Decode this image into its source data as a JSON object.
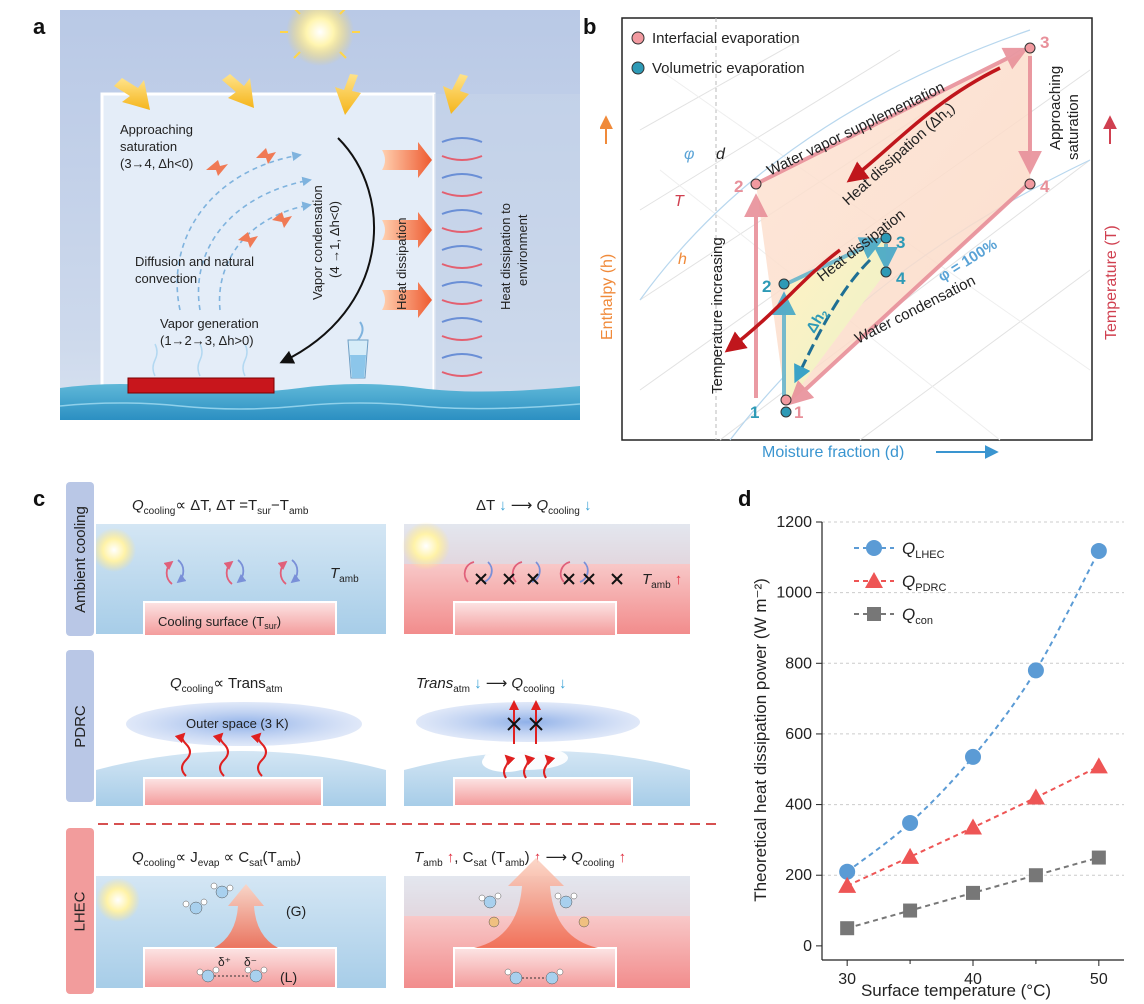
{
  "panel_labels": {
    "a": "a",
    "b": "b",
    "c": "c",
    "d": "d"
  },
  "panel_a": {
    "approaching_line1": "Approaching",
    "approaching_line2": "saturation",
    "approaching_line3": "(3→4, Δh<0)",
    "diffusion_line1": "Diffusion and natural",
    "diffusion_line2": "convection",
    "vapor_gen_line1": "Vapor generation",
    "vapor_gen_line2": "(1→2→3, Δh>0)",
    "vapor_cond_line1": "Vapor condensation",
    "vapor_cond_line2": "(4 →1, Δh<0)",
    "heat_dissipation": "Heat dissipation",
    "heat_env_line1": "Heat dissipation to",
    "heat_env_line2": "environment"
  },
  "panel_b": {
    "legend_interfacial": "Interfacial evaporation",
    "legend_volumetric": "Volumetric evaporation",
    "water_vapor_supp": "Water vapor supplementation",
    "heat_dissipation": "Heat dissipation (Δh",
    "heat_dissipation_sub": "1",
    "heat_dissipation2": "Heat dissipation",
    "dh2": "Δh",
    "dh2_sub": "2",
    "approaching_line1": "Approaching",
    "approaching_line2": "saturation",
    "temp_increasing": "Temperature increasing",
    "water_condensation": "Water condensation",
    "phi100": "φ = 100%",
    "phi": "φ",
    "d": "d",
    "T": "T",
    "h": "h",
    "enthalpy_axis": "Enthalpy  (h)",
    "temperature_axis": "Temperature  (T)",
    "moisture_axis": "Moisture fraction  (d)",
    "points": {
      "p1": "1",
      "p2": "2",
      "p3": "3",
      "p4": "4"
    }
  },
  "panel_c": {
    "row_ambient": "Ambient cooling",
    "row_pdrc": "PDRC",
    "row_lhec": "LHEC",
    "amb_formula": "Q",
    "amb_formula_sub": "cooling",
    "amb_formula_rest": "∝ ΔT,  ΔT =T",
    "amb_sur": "sur",
    "amb_minus": "−T",
    "amb_amb": "amb",
    "amb_right_dt": "ΔT",
    "cooling_surface": "Cooling surface (T",
    "cooling_surface_sub": "sur",
    "t_amb": "T",
    "t_amb_sub": "amb",
    "pdrc_formula": "∝ Trans",
    "pdrc_atm": "atm",
    "outer_space": "Outer space (3 K)",
    "pdrc_right": "Trans",
    "lhec_formula": "∝ J",
    "lhec_evap": "evap",
    "lhec_csat": "∝ C",
    "lhec_sat": "sat",
    "lhec_tamb": "(T",
    "lhec_close": ")",
    "gas": "(G)",
    "liquid": "(L)",
    "delta_plus": "δ⁺",
    "delta_minus": "δ⁻"
  },
  "chart_data": {
    "type": "line",
    "xlabel": "Surface temperature (°C)",
    "ylabel": "Theoretical heat dissipation power (W m⁻²)",
    "xlim": [
      28,
      52
    ],
    "ylim": [
      -40,
      1200
    ],
    "xticks": [
      30,
      40,
      50
    ],
    "yticks": [
      0,
      200,
      400,
      600,
      800,
      1000,
      1200
    ],
    "grid": "horizontal dashed",
    "legend_position": "top-left",
    "x": [
      30,
      35,
      40,
      45,
      50
    ],
    "series": [
      {
        "name": "Q_LHEC",
        "label": "Q",
        "sub": "LHEC",
        "color": "#5b9bd5",
        "marker": "circle",
        "values": [
          210,
          348,
          535,
          780,
          1118
        ]
      },
      {
        "name": "Q_PDRC",
        "label": "Q",
        "sub": "PDRC",
        "color": "#ee5555",
        "marker": "triangle",
        "values": [
          170,
          252,
          335,
          420,
          508
        ]
      },
      {
        "name": "Q_con",
        "label": "Q",
        "sub": "con",
        "color": "#777777",
        "marker": "square",
        "values": [
          50,
          100,
          150,
          200,
          250
        ]
      }
    ]
  }
}
